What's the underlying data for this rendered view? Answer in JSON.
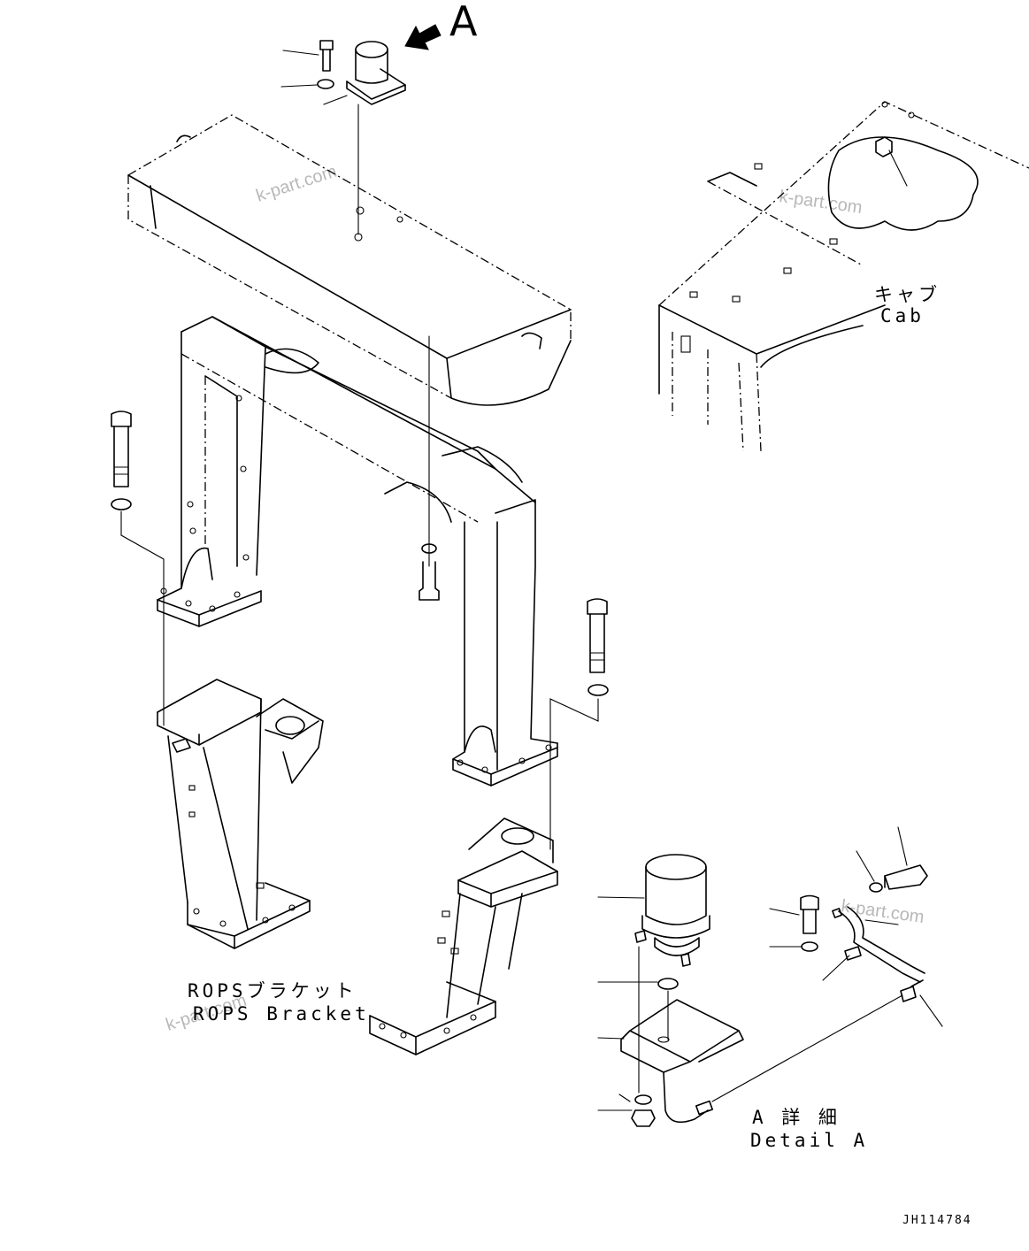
{
  "arrow_label": "A",
  "cab_label": {
    "jp": "キャブ",
    "en": "Cab"
  },
  "rops_label": {
    "jp": "ROPSブラケット",
    "en": "ROPS Bracket"
  },
  "detail_label": {
    "jp": "A 詳 細",
    "en": "Detail A"
  },
  "drawing_code": "JH114784",
  "watermark": "k-part.com"
}
